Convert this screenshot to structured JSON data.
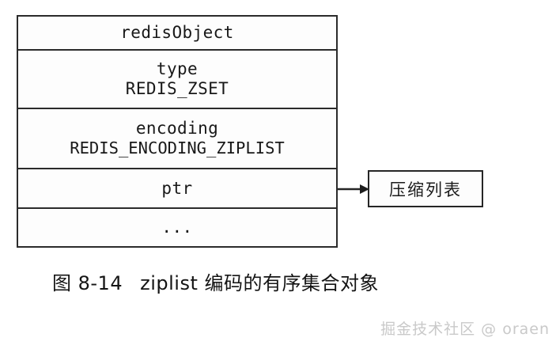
{
  "figure": {
    "background_color": "#ffffff",
    "line_color": "#2b2b2b",
    "struct_table": {
      "rows": [
        {
          "name": "header",
          "line_1": "redisObject",
          "line_2": ""
        },
        {
          "name": "type",
          "line_1": "type",
          "line_2": "REDIS_ZSET"
        },
        {
          "name": "encoding",
          "line_1": "encoding",
          "line_2": "REDIS_ENCODING_ZIPLIST"
        },
        {
          "name": "ptr",
          "line_1": "ptr",
          "line_2": ""
        },
        {
          "name": "more",
          "line_1": "...",
          "line_2": ""
        }
      ]
    },
    "pointer_target": {
      "label": "压缩列表"
    },
    "arrow": {
      "from": "ptr",
      "to": "压缩列表",
      "direction": "right"
    }
  },
  "caption": {
    "number": "图 8-14",
    "text": "ziplist 编码的有序集合对象"
  },
  "watermark": {
    "text": "掘金技术社区 @ oraen",
    "color": "#c9c9c9"
  }
}
